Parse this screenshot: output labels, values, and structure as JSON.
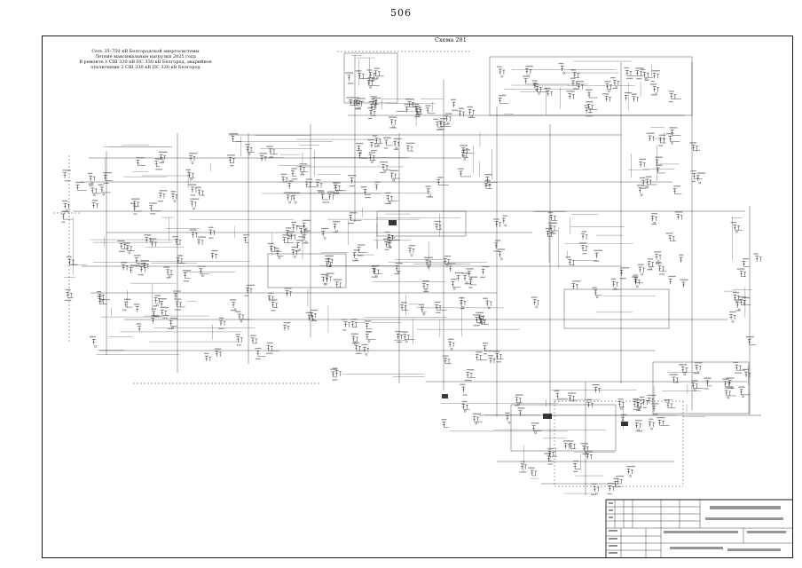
{
  "page": {
    "number": "506",
    "scheme_label": "Схема 281"
  },
  "legend": {
    "lines": [
      "Сеть 35–750 кВ Белгородской энергосистемы",
      "Летние максимальные нагрузки 2025 года",
      "В ремонте 1 СШ 330 кВ ПС 330 кВ Белгород, аварийное",
      "отключение 2 СШ 330 кВ ПС 330 кВ Белгород"
    ]
  },
  "colors": {
    "ink": "#1b1b1b",
    "smudge": "#7a7a7a",
    "paper": "#ffffff"
  },
  "diagram": {
    "regions": [
      [
        390,
        62,
        40,
        60,
        10
      ],
      [
        415,
        110,
        120,
        35,
        14
      ],
      [
        550,
        68,
        225,
        62,
        26
      ],
      [
        700,
        140,
        95,
        85,
        14
      ],
      [
        255,
        148,
        320,
        80,
        38
      ],
      [
        95,
        160,
        150,
        85,
        18
      ],
      [
        80,
        245,
        270,
        70,
        30
      ],
      [
        355,
        232,
        225,
        95,
        32
      ],
      [
        585,
        238,
        195,
        115,
        24
      ],
      [
        815,
        235,
        45,
        230,
        10
      ],
      [
        95,
        318,
        265,
        105,
        30
      ],
      [
        365,
        330,
        215,
        100,
        26
      ],
      [
        490,
        432,
        290,
        55,
        22
      ],
      [
        585,
        490,
        130,
        68,
        14
      ],
      [
        735,
        408,
        115,
        62,
        12
      ],
      [
        68,
        185,
        25,
        175,
        6
      ]
    ],
    "trunks": [
      [
        392,
        130,
        772,
        130
      ],
      [
        258,
        152,
        700,
        152
      ],
      [
        100,
        178,
        520,
        178
      ],
      [
        90,
        205,
        758,
        205
      ],
      [
        82,
        238,
        840,
        238
      ],
      [
        120,
        262,
        600,
        262
      ],
      [
        92,
        300,
        700,
        300
      ],
      [
        102,
        330,
        560,
        330
      ],
      [
        140,
        360,
        820,
        360
      ],
      [
        112,
        395,
        738,
        395
      ],
      [
        480,
        430,
        842,
        430
      ],
      [
        540,
        468,
        858,
        468
      ],
      [
        560,
        520,
        760,
        520
      ],
      [
        610,
        545,
        700,
        545
      ],
      [
        400,
        62,
        400,
        250
      ],
      [
        350,
        140,
        350,
        380
      ],
      [
        500,
        90,
        500,
        440
      ],
      [
        560,
        120,
        560,
        470
      ],
      [
        620,
        140,
        620,
        520
      ],
      [
        700,
        70,
        700,
        432
      ],
      [
        780,
        70,
        780,
        462
      ],
      [
        845,
        232,
        845,
        468
      ],
      [
        120,
        170,
        120,
        400
      ],
      [
        200,
        150,
        200,
        420
      ],
      [
        280,
        150,
        280,
        410
      ],
      [
        450,
        150,
        450,
        432
      ],
      [
        660,
        430,
        660,
        558
      ]
    ],
    "rects": [
      [
        552,
        64,
        228,
        66
      ],
      [
        425,
        238,
        100,
        28
      ],
      [
        302,
        286,
        88,
        38
      ],
      [
        636,
        326,
        118,
        44
      ],
      [
        736,
        408,
        108,
        58
      ],
      [
        576,
        456,
        118,
        52
      ],
      [
        388,
        60,
        60,
        56
      ]
    ],
    "dashed": [
      [
        78,
        175,
        78,
        385
      ],
      [
        60,
        240,
        92,
        240
      ],
      [
        625,
        452,
        770,
        452
      ],
      [
        625,
        452,
        625,
        548
      ],
      [
        770,
        452,
        770,
        548
      ],
      [
        625,
        548,
        770,
        548
      ],
      [
        380,
        58,
        532,
        58
      ],
      [
        150,
        432,
        360,
        432
      ]
    ],
    "blobs": [
      [
        438,
        248,
        9,
        6
      ],
      [
        612,
        466,
        10,
        6
      ],
      [
        498,
        444,
        7,
        5
      ],
      [
        700,
        475,
        8,
        5
      ]
    ]
  },
  "titleblock": {
    "outer": [
      [
        683,
        563,
        683,
        629
      ],
      [
        683,
        563,
        894,
        563
      ]
    ],
    "lines": [
      [
        683,
        595,
        894,
        595
      ],
      [
        789,
        563,
        789,
        595
      ],
      [
        693,
        563,
        693,
        595
      ],
      [
        703,
        563,
        703,
        595
      ],
      [
        713,
        563,
        713,
        595
      ],
      [
        745,
        563,
        745,
        595
      ],
      [
        766,
        563,
        766,
        595
      ],
      [
        683,
        571,
        789,
        571
      ],
      [
        683,
        579,
        789,
        579
      ],
      [
        683,
        587,
        789,
        587
      ],
      [
        745,
        595,
        745,
        629
      ],
      [
        683,
        604,
        745,
        604
      ],
      [
        683,
        612,
        745,
        612
      ],
      [
        683,
        620,
        745,
        620
      ],
      [
        745,
        612,
        894,
        612
      ],
      [
        838,
        595,
        838,
        612
      ],
      [
        700,
        595,
        700,
        629
      ],
      [
        728,
        595,
        728,
        629
      ]
    ],
    "bars": [
      [
        800,
        570,
        80,
        4
      ],
      [
        795,
        583,
        88,
        3
      ],
      [
        748,
        598,
        84,
        3
      ],
      [
        842,
        598,
        44,
        3
      ],
      [
        755,
        616,
        60,
        3
      ],
      [
        820,
        618,
        60,
        3
      ],
      [
        686,
        566,
        5,
        2
      ],
      [
        686,
        574,
        5,
        2
      ],
      [
        686,
        582,
        5,
        2
      ],
      [
        686,
        597,
        10,
        2
      ],
      [
        686,
        606,
        10,
        2
      ],
      [
        686,
        614,
        10,
        2
      ],
      [
        686,
        622,
        10,
        2
      ]
    ]
  }
}
